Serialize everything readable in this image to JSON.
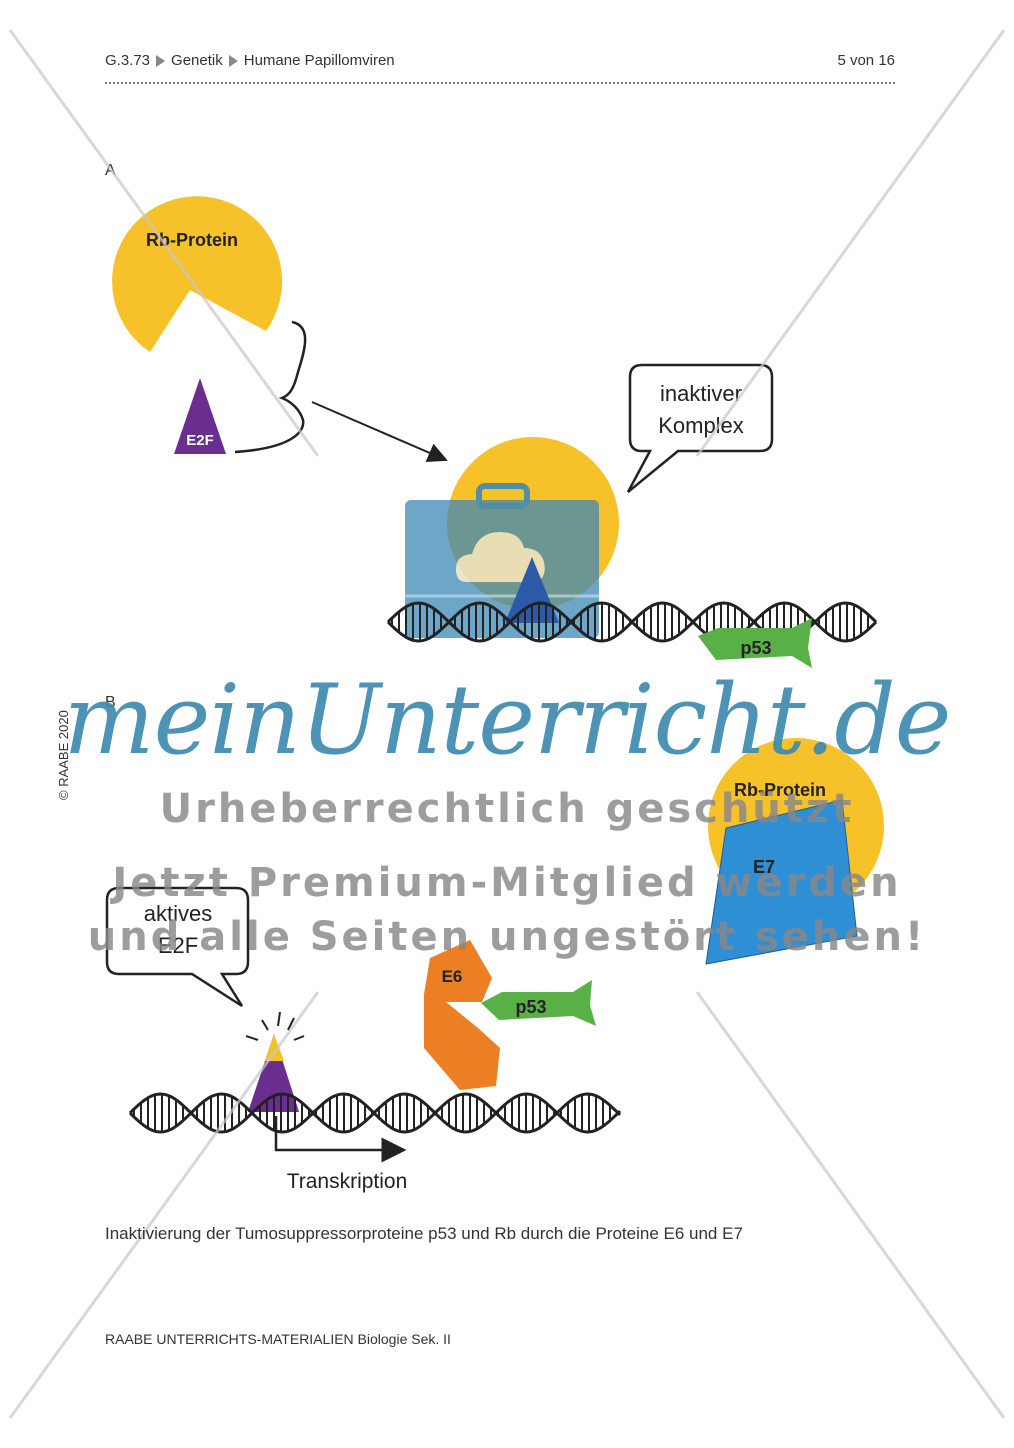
{
  "header": {
    "code": "G.3.73",
    "subject": "Genetik",
    "topic": "Humane Papillomviren",
    "page": "5 von 16"
  },
  "side_copyright": "© RAABE 2020",
  "section_a": {
    "label": "A",
    "rb_protein": "Rb-Protein",
    "e2f": "E2F",
    "bubble_line1": "inaktiver",
    "bubble_line2": "Komplex",
    "p53": "p53"
  },
  "section_b": {
    "label": "B",
    "bubble_line1": "aktives",
    "bubble_line2": "E2F",
    "rb_protein": "Rb-Protein",
    "e7": "E7",
    "e6": "E6",
    "p53": "p53",
    "transcription": "Transkription"
  },
  "caption": "Inaktivierung der Tumosuppressorproteine p53 und Rb durch die Proteine E6 und E7",
  "footer": "RAABE UNTERRICHTS-MATERIALIEN Biologie Sek. II",
  "watermark": {
    "brand": "meinUnterricht.de",
    "line1": "Urheberrechtlich geschützt",
    "line2": "Jetzt Premium-Mitglied werden",
    "line3": "und alle Seiten ungestört sehen!"
  },
  "colors": {
    "rb_yellow": "#f7c12a",
    "e2f_purple": "#6a2e91",
    "p53_green": "#58b047",
    "e7_blue": "#2f8fd4",
    "e6_orange": "#ec7f23",
    "watermark_blue": "#3e8ab0"
  }
}
